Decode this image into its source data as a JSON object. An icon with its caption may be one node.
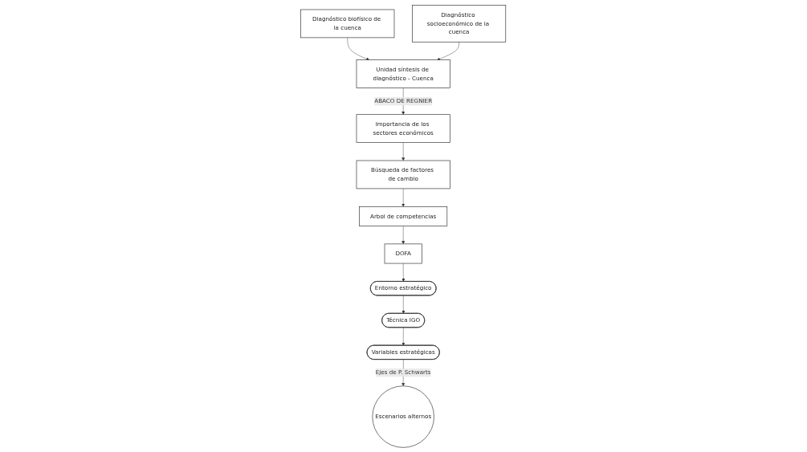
{
  "diagram": {
    "nodes": [
      {
        "text": [
          "Diagnóstico biofísico de la cuenca"
        ]
      },
      {
        "text": [
          "Diagnóstico socioeconómico de la cuenca"
        ]
      },
      {
        "text": [
          "Unidad síntesis de diagnóstico - Cuenca"
        ]
      },
      {
        "text": [
          "Importancia de los sectores económicos"
        ]
      },
      {
        "text": [
          "Búsqueda de factores de cambio"
        ]
      },
      {
        "text": [
          "Arbol de competencias"
        ]
      },
      {
        "text": [
          "DOFA"
        ]
      },
      {
        "text": [
          "Entorno estratégico"
        ]
      },
      {
        "text": [
          "Técnica IGO"
        ]
      },
      {
        "text": [
          "Variables estratégicas"
        ]
      },
      {
        "text": [
          "Escenarios alternos"
        ]
      }
    ],
    "edges": [
      {
        "from": 0,
        "to": 2,
        "arrow": "to"
      },
      {
        "from": 1,
        "to": 2,
        "arrow": "to"
      },
      {
        "from": 2,
        "to": 3,
        "arrow": "to",
        "label": "ABACO DE REGNIER"
      },
      {
        "from": 3,
        "to": 4,
        "arrow": "to"
      },
      {
        "from": 4,
        "to": 5,
        "arrow": "to"
      },
      {
        "from": 5,
        "to": 6,
        "arrow": "to"
      },
      {
        "from": 6,
        "to": 7,
        "arrow": "to"
      },
      {
        "from": 7,
        "to": 8,
        "arrow": "to"
      },
      {
        "from": 8,
        "to": 9,
        "arrow": "to"
      },
      {
        "from": 9,
        "to": 10,
        "arrow": "to",
        "label": "Ejes de P. Schwarts"
      }
    ]
  }
}
